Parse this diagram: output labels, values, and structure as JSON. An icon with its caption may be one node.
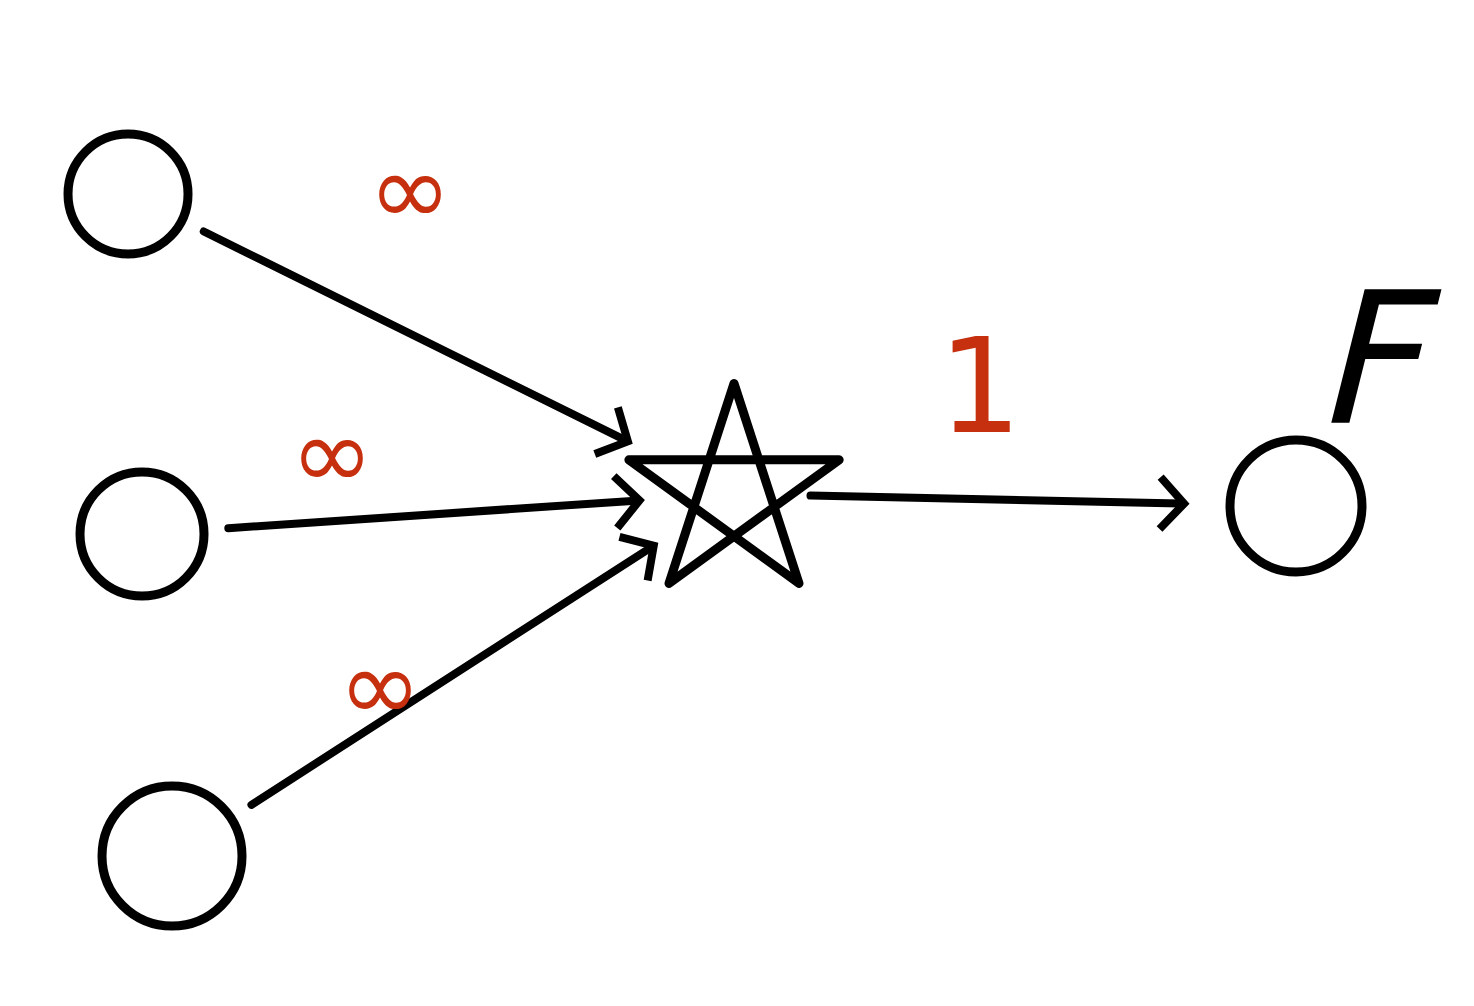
{
  "diagram": {
    "nodes": [
      {
        "text": [],
        "shape": "circle"
      },
      {
        "text": [],
        "shape": "circle"
      },
      {
        "text": [],
        "shape": "circle"
      },
      {
        "text": [],
        "shape": "star"
      },
      {
        "text": [],
        "shape": "circle",
        "beside": [
          "F"
        ]
      }
    ],
    "edges": [
      {
        "from": 0,
        "to": 3,
        "arrow": "to",
        "label": "∞"
      },
      {
        "from": 1,
        "to": 3,
        "arrow": "to",
        "label": "∞"
      },
      {
        "from": 2,
        "to": 3,
        "arrow": "to",
        "label": "∞"
      },
      {
        "from": 3,
        "to": 4,
        "arrow": "to",
        "label": "1"
      }
    ]
  }
}
